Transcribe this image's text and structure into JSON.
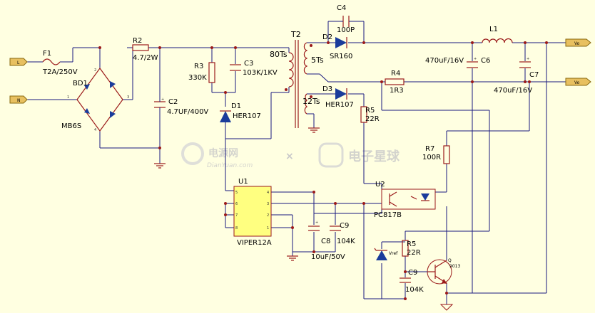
{
  "terminals": {
    "L": "L",
    "N": "N",
    "vo1": "Vo",
    "vo2": "Vo"
  },
  "components": {
    "F1": {
      "ref": "F1",
      "value": "T2A/250V"
    },
    "BD1": {
      "ref": "BD1",
      "value": "MB6S"
    },
    "R2": {
      "ref": "R2",
      "value": "4.7/2W"
    },
    "C2": {
      "ref": "C2",
      "value": "4.7UF/400V"
    },
    "R3": {
      "ref": "R3",
      "value": "330K"
    },
    "C3": {
      "ref": "C3",
      "value": "103K/1KV"
    },
    "D1": {
      "ref": "D1",
      "value": "HER107"
    },
    "T2": {
      "ref": "T2",
      "primary_turns": "80Ts",
      "secondary_turns": "5Ts",
      "aux_turns": "12Ts"
    },
    "C4": {
      "ref": "C4",
      "value": "100P"
    },
    "D2": {
      "ref": "D2",
      "value": "SR160"
    },
    "D3": {
      "ref": "D3",
      "value": "HER107"
    },
    "L1": {
      "ref": "L1"
    },
    "C6": {
      "ref": "C6",
      "value": "470uF/16V"
    },
    "C7": {
      "ref": "C7",
      "value": "470uF/16V"
    },
    "R4": {
      "ref": "R4",
      "value": "1R3"
    },
    "R5a": {
      "ref": "R5",
      "value": "22R"
    },
    "R7": {
      "ref": "R7",
      "value": "100R"
    },
    "U1": {
      "ref": "U1",
      "value": "VIPER12A"
    },
    "U2": {
      "ref": "U2",
      "value": "PC817B"
    },
    "C8": {
      "ref": "C8",
      "value": "10uF/50V"
    },
    "C9a": {
      "ref": "C9",
      "value": "104K"
    },
    "Vref": {
      "ref": "Vref"
    },
    "R5b": {
      "ref": "R5",
      "value": "22R"
    },
    "C9b": {
      "ref": "C9",
      "value": "104K"
    },
    "Q": {
      "ref": "Q",
      "value": "9013"
    }
  },
  "watermarks": {
    "left_title": "电源网",
    "left_url": "DianYuan.com",
    "separator": "×",
    "right_title": "电子星球"
  }
}
